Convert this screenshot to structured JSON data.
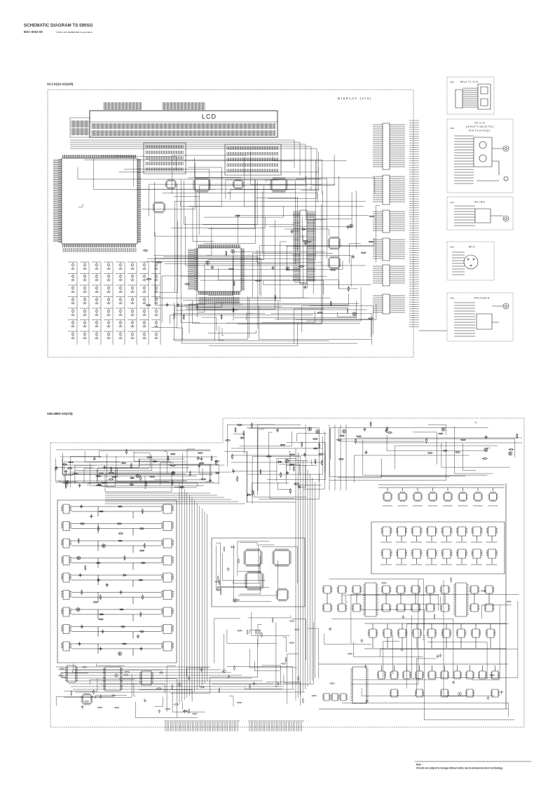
{
  "header": {
    "title": "SCHEMATIC DIAGRAM TS-590SG",
    "code": "BSC-0002-00",
    "copyright": "©2014 JVC KENWOOD Corporation"
  },
  "display_unit": {
    "label": "XC1-022X-XX(A/6)",
    "sheet_label": "DISPLAY (A/4)",
    "lcd_label": "LCD"
  },
  "controls": [
    {
      "sheet": "(A/6)",
      "lines": [
        "MULTI/CH"
      ]
    },
    {
      "sheet": "(A/6)",
      "lines": [
        "HI/LO",
        "(SHIFT/WIDTH)",
        "NOTCH/SQL"
      ]
    },
    {
      "sheet": "(A/6)",
      "lines": [
        "AF/RF"
      ]
    },
    {
      "sheet": "(A/6)",
      "lines": [
        "MIC"
      ]
    },
    {
      "sheet": "(A/6)",
      "lines": [
        "PHONES"
      ]
    }
  ],
  "main_unit": {
    "label": "X45-398X-XX(A/2)"
  },
  "footer": {
    "note_label": "Note :",
    "note_text": "Circuits are subject to change without notice due to advancements in technology."
  },
  "colors": {
    "ink": "#1e1e1e",
    "paper": "#ffffff"
  }
}
